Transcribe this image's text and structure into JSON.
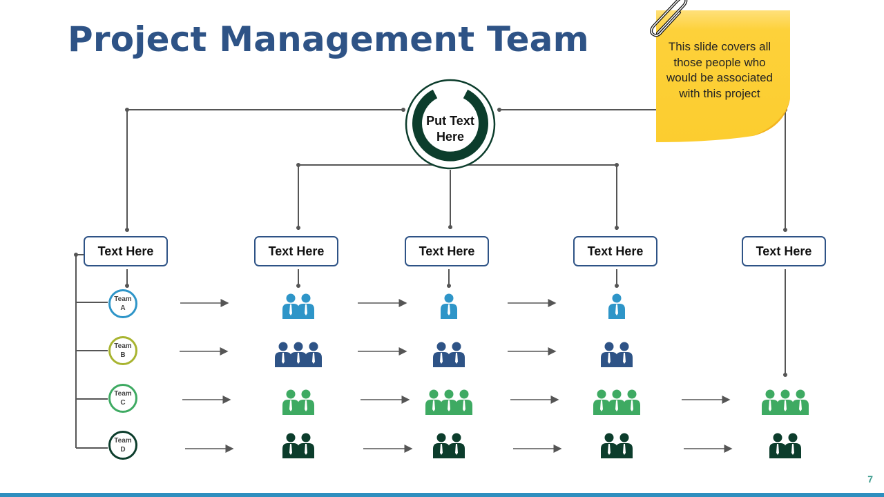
{
  "title": "Project Management Team",
  "hub": {
    "text": "Put Text\nHere"
  },
  "note": {
    "text": "This slide covers all those people who would be associated with this project"
  },
  "boxes": [
    {
      "label": "Text Here"
    },
    {
      "label": "Text Here"
    },
    {
      "label": "Text Here"
    },
    {
      "label": "Text Here"
    },
    {
      "label": "Text Here"
    }
  ],
  "teams": [
    {
      "label": "Team\nA",
      "color": "#2e95c8",
      "groups": [
        2,
        1,
        1
      ]
    },
    {
      "label": "Team\nB",
      "color": "#2e5386",
      "groups": [
        3,
        2,
        2
      ]
    },
    {
      "label": "Team\nC",
      "color": "#3eaa62",
      "groups": [
        2,
        3,
        3,
        3
      ]
    },
    {
      "label": "Team\nD",
      "color": "#0c3d2c",
      "groups": [
        2,
        2,
        2,
        2
      ]
    }
  ],
  "team_ring_colors": [
    "#2e95c8",
    "#a8b430",
    "#3eaa62",
    "#0c3d2c"
  ],
  "page_number": "7",
  "colors": {
    "title": "#2e5386",
    "hub": "#0c3d2c",
    "note": "#fccd2f",
    "accent_bar": "#2e8fbf"
  }
}
